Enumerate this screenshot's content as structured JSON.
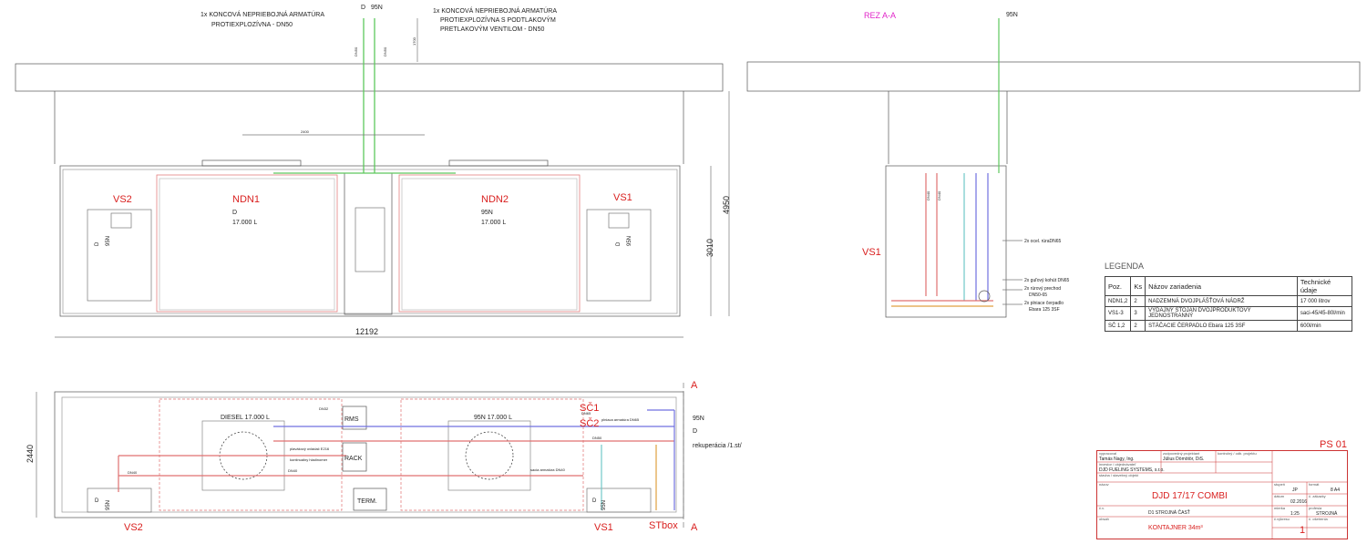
{
  "sheet_id": "PS 01",
  "top_notes": {
    "left_line1": "1x KONCOVÁ NEPRIEBOJNÁ ARMATÚRA",
    "left_line2": "PROTIEXPLOZÍVNA - DN50",
    "right_line1": "1x KONCOVÁ NEPRIEBOJNÁ ARMATÚRA",
    "right_line2": "PROTIEXPLOZÍVNA S PODTLAKOVÝM",
    "right_line3": "PRETLAKOVÝM VENTILOM - DN50",
    "pipe_d": "D",
    "pipe_95n": "95N"
  },
  "elevation": {
    "vs2": "VS2",
    "ndn1": "NDN1",
    "ndn1_fuel": "D",
    "ndn1_volume": "17.000 L",
    "ndn2": "NDN2",
    "ndn2_fuel": "95N",
    "ndn2_volume": "17.000 L",
    "vs1": "VS1",
    "dim_width": "12192",
    "dim_height_total": "4950",
    "dim_height_box": "3010",
    "dim_2400": "2400",
    "dim_1700": "1700",
    "dn50_a": "DN50",
    "dn50_b": "DN50"
  },
  "section": {
    "title": "REZ A-A",
    "fuel_top": "95N",
    "vs1": "VS1",
    "note_pipe": "2x ocel. rúraDN65",
    "note_valve": "2x guľový kohút DN65",
    "note_reducer1": "2x rúrový prechod",
    "note_reducer2": "DN50-65",
    "note_pump1": "2x plniace čerpadlo",
    "note_pump2": "Ebara 125 3SF",
    "dn40_a": "DN40",
    "dn40_b": "DN40"
  },
  "legend": {
    "title": "LEGENDA",
    "headers": [
      "Poz.",
      "Ks",
      "Názov zariadenia",
      "Technické údaje"
    ],
    "rows": [
      [
        "NDN1,2",
        "2",
        "NADZEMNÁ DVOJPLÁŠŤOVÁ NÁDRŽ",
        "17 000 litrov"
      ],
      [
        "VS1-3",
        "3",
        "VÝDAJNÝ STOJAN DVOJPRODUKTOVÝ JEDNOSTRANNÝ",
        "saci-45/45-80l/min"
      ],
      [
        "SČ 1,2",
        "2",
        "STÁČACIE ČERPADLO Ebara 125 3SF",
        "600l/min"
      ]
    ]
  },
  "plan": {
    "diesel": "DIESEL 17.000 L",
    "n95": "95N 17.000 L",
    "rms": "RMS",
    "rack": "RACK",
    "term": "TERM.",
    "sc1": "SČ1",
    "sc2": "SČ2",
    "out_95n": "95N",
    "out_d": "D",
    "recup": "rekuperácia /1.st/",
    "vs2": "VS2",
    "vs1": "VS1",
    "stbox": "STbox",
    "dim_2440": "2440",
    "section_a_top": "A",
    "section_a_bottom": "A",
    "note_fill": "plniaca armatúra DN65",
    "note_float": "plavákový ovládač E216",
    "note_gauge": "kontinuálny hladinomer",
    "note_suction": "sacia armatúra DN40",
    "note_dn65": "DN65",
    "note_dn32": "DN32",
    "note_dn40_1": "DN40",
    "note_dn40_2": "DN40",
    "note_dn50": "DN50",
    "vs2_d": "D",
    "vs2_95n": "95N",
    "vs1_d": "D",
    "vs1_95n": "95N"
  },
  "title_block": {
    "l_designer": "vypracoval",
    "v_designer": "Tamás Nagy, Ing.",
    "l_responsible": "zodpovedný projektant",
    "v_responsible": "Július Dömötör, DiS.",
    "l_check": "kontrolný / odb. projektu",
    "l_investor": "investor / objednávateľ",
    "v_investor": "DJD FUELING SYSTEMS, s.r.o.",
    "l_object": "stavba / stavebný objekt",
    "l_name": "názov",
    "v_name": "DJD 17/17 COMBI",
    "l_part": "č.v.",
    "v_part": "D1  STROJNÁ  ČASŤ",
    "l_drawing": "obsah",
    "v_drawing": "KONTAJNER 34m³",
    "l_stage": "stupeň",
    "v_stage": "JP",
    "l_format": "formát",
    "v_format": "8 A4",
    "l_date": "dátum",
    "v_date": "02.2016",
    "l_num": "č. zákazky",
    "l_scale": "mierka",
    "v_scale": "1:25",
    "l_profession": "profesia",
    "v_profession": "STROJNÁ",
    "l_drawno": "č.výkresu",
    "v_drawno": "1",
    "l_copy": "č. ošetrenia"
  },
  "colors": {
    "red_label": "#d9201f",
    "magenta_label": "#e024c8",
    "pipe_red": "#e07070",
    "pipe_blue": "#7070e0",
    "pipe_green": "#5ec85e",
    "pipe_cyan": "#70c8c8",
    "pipe_orange": "#e0a040"
  }
}
